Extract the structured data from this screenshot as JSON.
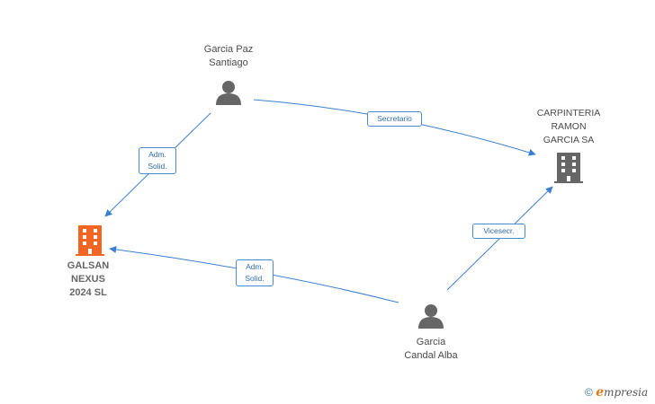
{
  "nodes": {
    "person_top": {
      "lines": [
        "Garcia Paz",
        "Santiago"
      ],
      "icon": "person-icon",
      "color": "#666666"
    },
    "person_bottom": {
      "lines": [
        "Garcia",
        "Candal Alba"
      ],
      "icon": "person-icon",
      "color": "#666666"
    },
    "company_left": {
      "lines": [
        "GALSAN",
        "NEXUS",
        "2024 SL"
      ],
      "icon": "building-icon",
      "color": "#f26522"
    },
    "company_right": {
      "lines": [
        "CARPINTERIA",
        "RAMON",
        "GARCIA SA"
      ],
      "icon": "building-icon",
      "color": "#666666"
    }
  },
  "edges": {
    "e1": {
      "lines": [
        "Adm.",
        "Solid."
      ]
    },
    "e2": {
      "lines": [
        "Secretario"
      ]
    },
    "e3": {
      "lines": [
        "Adm.",
        "Solid."
      ]
    },
    "e4": {
      "lines": [
        "Vicesecr."
      ]
    }
  },
  "colors": {
    "edge": "#3a7fd0",
    "edge_label_border": "#4a8ad0"
  },
  "footer": {
    "copyright": "©",
    "brand_initial": "e",
    "brand_rest": "mpresia"
  }
}
